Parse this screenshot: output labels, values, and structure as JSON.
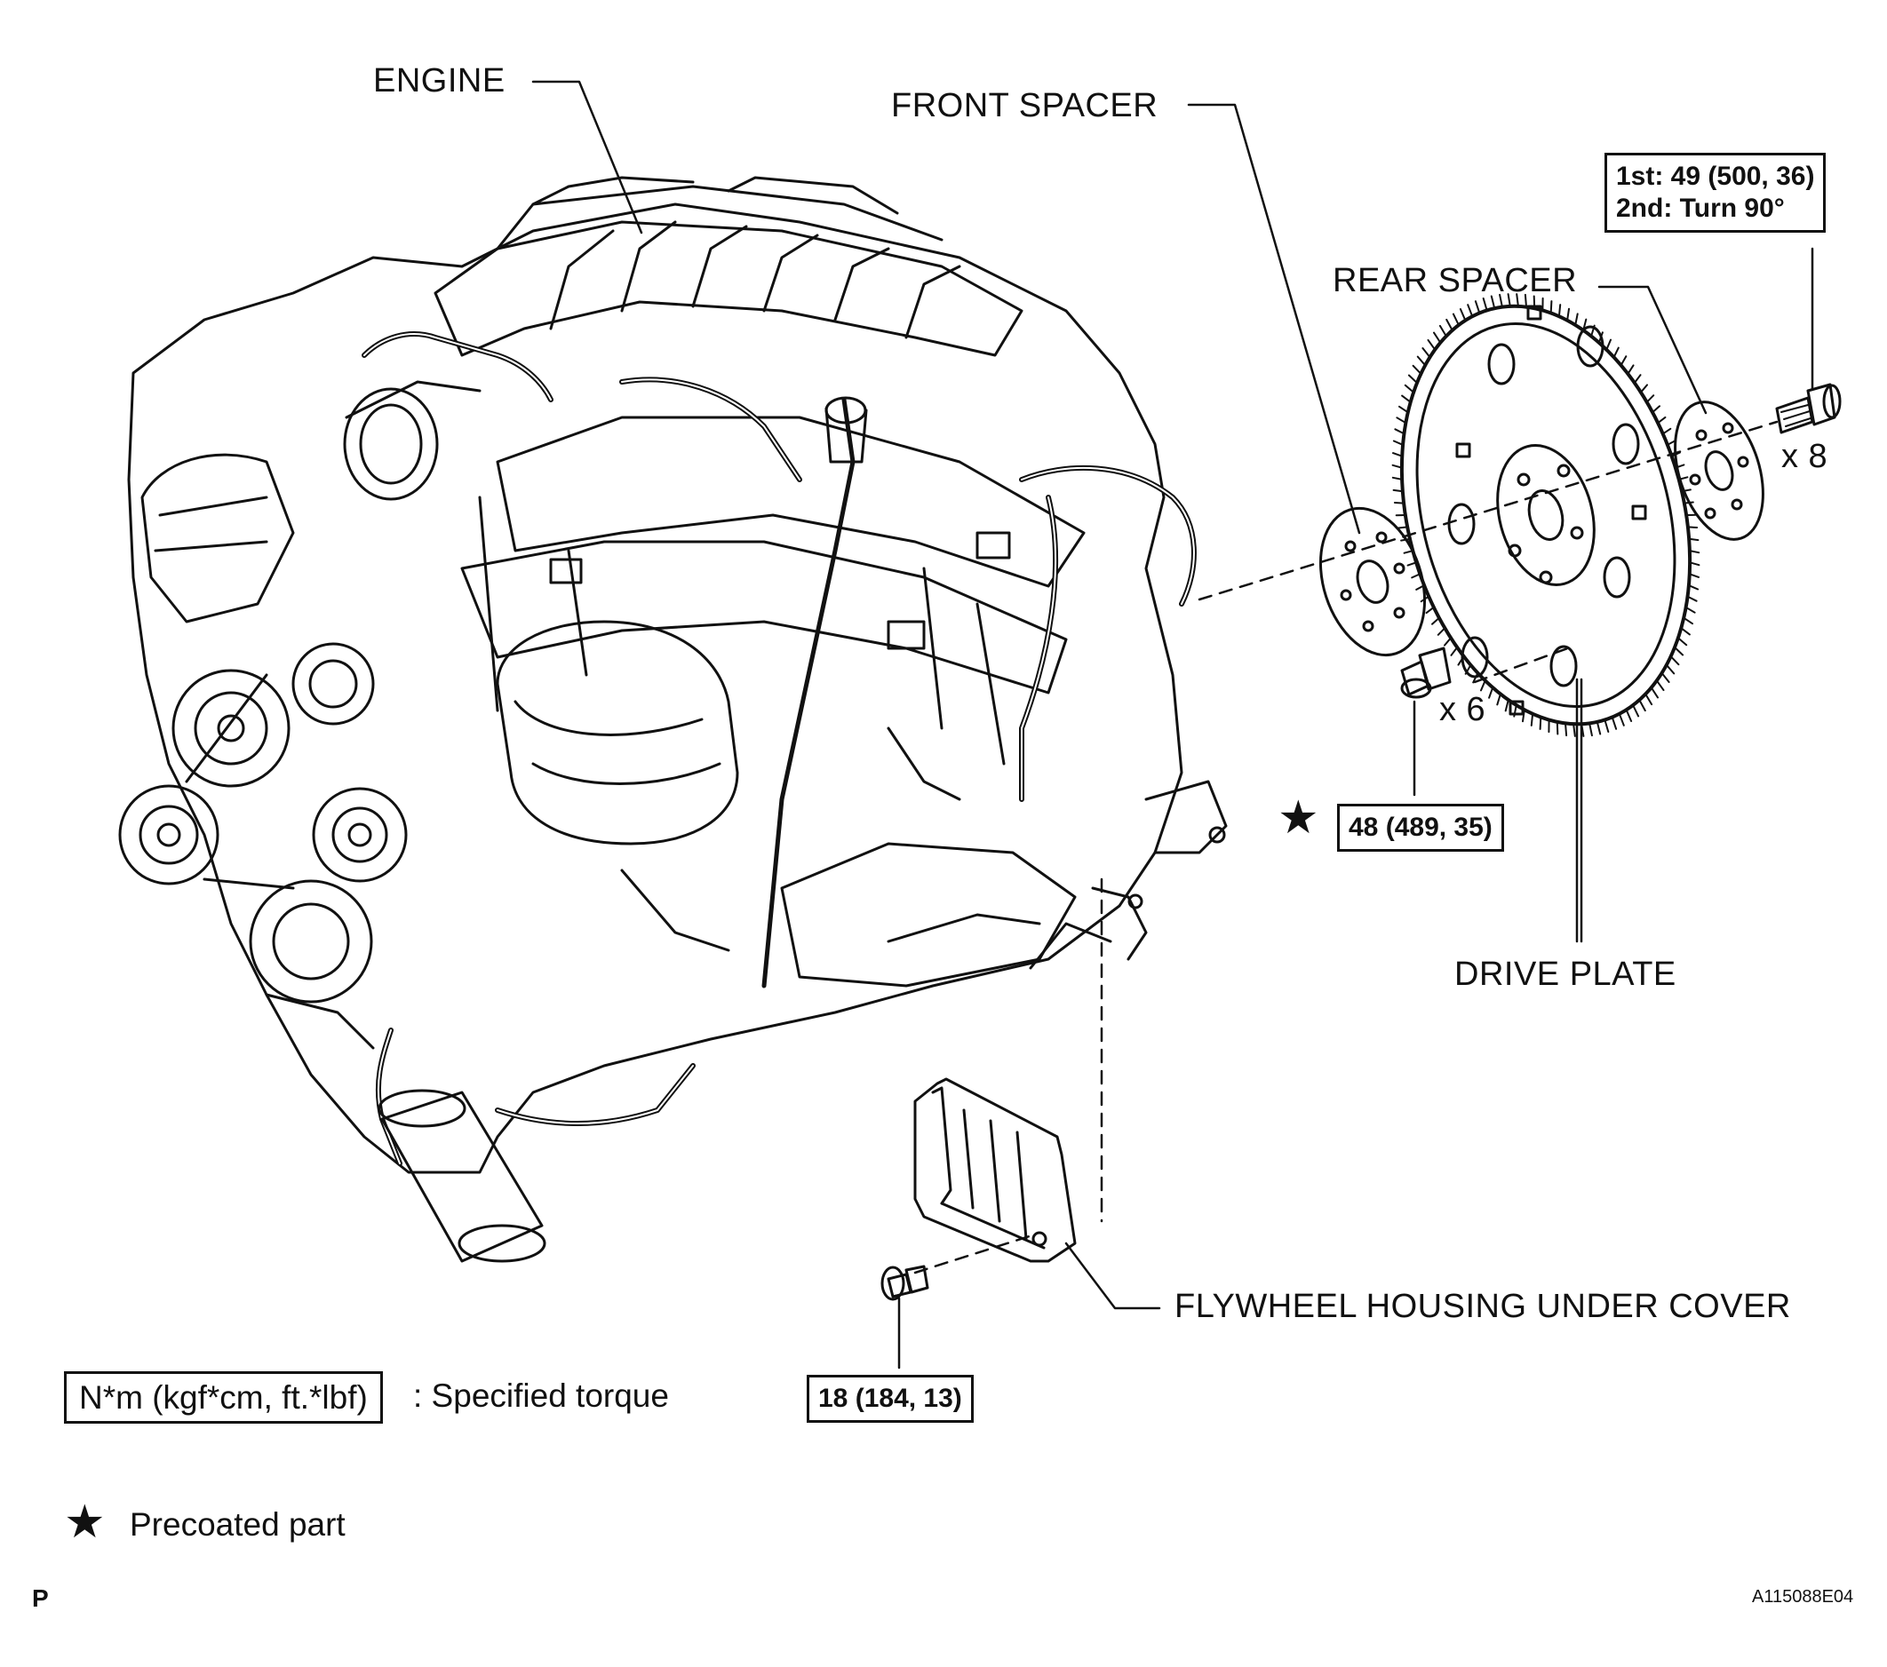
{
  "labels": {
    "engine": "ENGINE",
    "front_spacer": "FRONT SPACER",
    "rear_spacer": "REAR SPACER",
    "drive_plate": "DRIVE PLATE",
    "flywheel_cover": "FLYWHEEL HOUSING UNDER COVER",
    "qty_x8": "x 8",
    "qty_x6": "x 6"
  },
  "torque": {
    "bolt_line1": "1st: 49 (500, 36)",
    "bolt_line2": "2nd: Turn 90°",
    "drive_plate_bolt": "48 (489, 35)",
    "cover_bolt": "18 (184, 13)"
  },
  "legend": {
    "torque_unit": "N*m (kgf*cm, ft.*lbf)",
    "torque_text": ": Specified torque",
    "precoated_text": "Precoated part",
    "star_glyph": "★"
  },
  "footer": {
    "corner_letter": "P",
    "figure_id": "A115088E04"
  },
  "icons": [
    "engine-illustration",
    "front-spacer-icon",
    "rear-spacer-icon",
    "drive-plate-icon",
    "bolt-icon",
    "flywheel-cover-icon",
    "star-icon"
  ]
}
